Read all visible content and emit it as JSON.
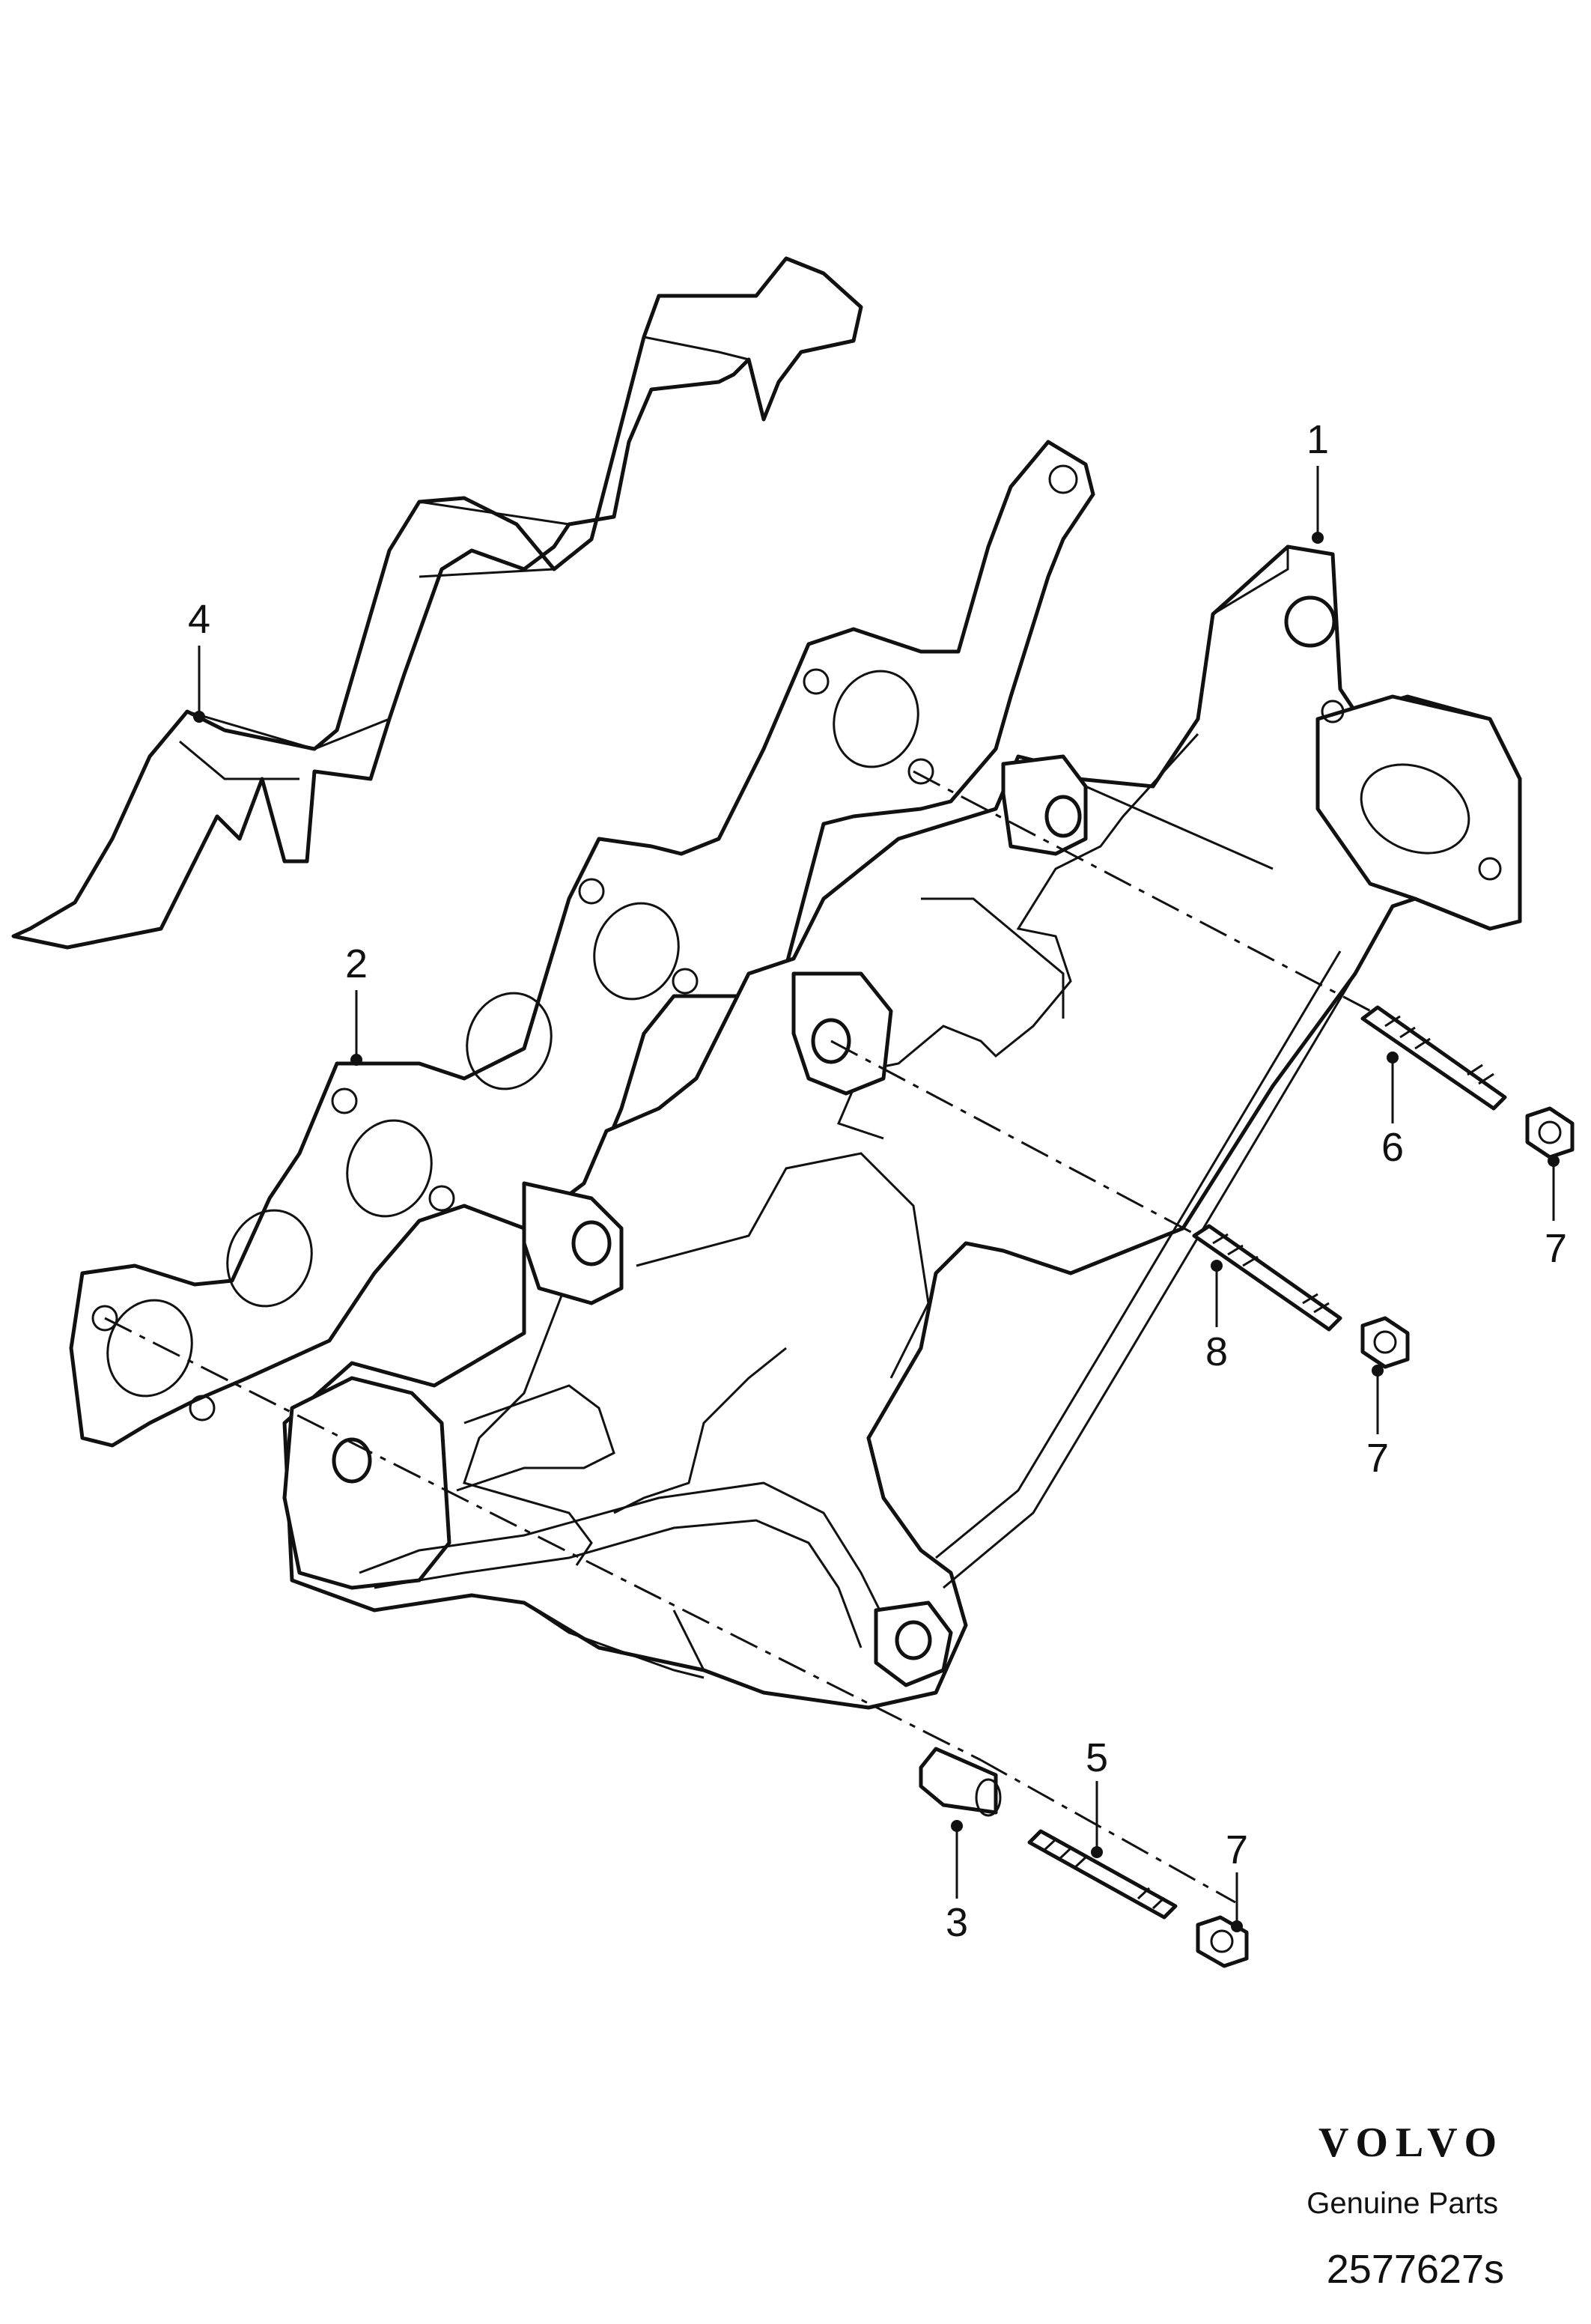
{
  "callouts": {
    "c1": "1",
    "c2": "2",
    "c3": "3",
    "c4": "4",
    "c5": "5",
    "c6": "6",
    "c7a": "7",
    "c7b": "7",
    "c7c": "7",
    "c8": "8"
  },
  "footer": {
    "brand": "VOLVO",
    "subtitle": "Genuine Parts",
    "drawing_number": "2577627s"
  }
}
